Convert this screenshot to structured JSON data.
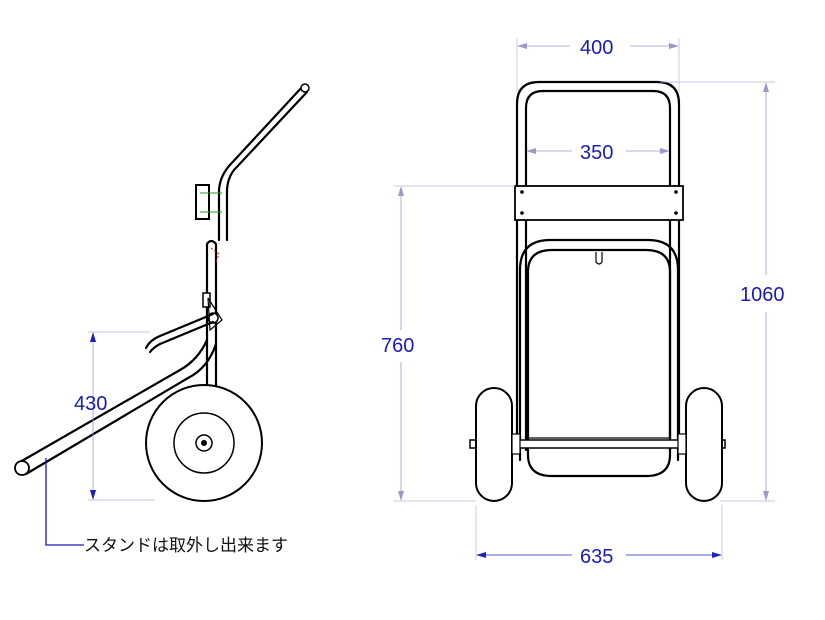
{
  "dimensions": {
    "outer_width": "400",
    "inner_width": "350",
    "total_height": "1060",
    "frame_height": "760",
    "stand_height": "430",
    "wheel_track": "635"
  },
  "note": {
    "stand_removable": "スタンドは取外し出来ます"
  },
  "colors": {
    "dimension_text": "#1a1ab4",
    "dimension_line": "#9a9ac8",
    "frame_line": "#000000",
    "hidden_mark_red": "#d02020",
    "hidden_mark_green": "#20a020"
  }
}
